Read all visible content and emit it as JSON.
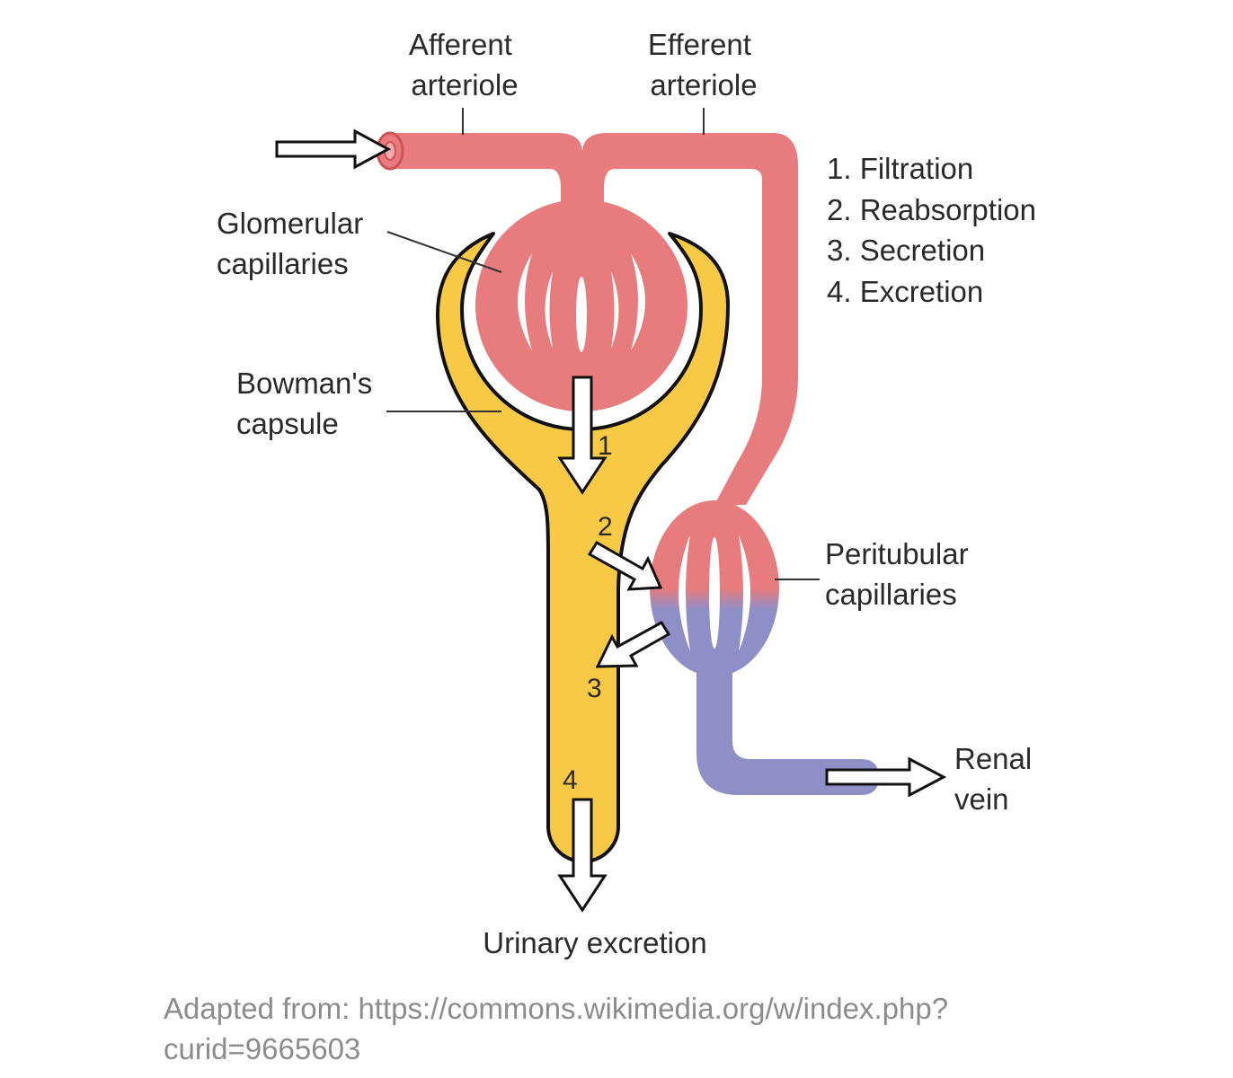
{
  "labels": {
    "afferent": [
      "Afferent",
      "arteriole"
    ],
    "efferent": [
      "Efferent",
      "arteriole"
    ],
    "glomerular": [
      "Glomerular",
      "capillaries"
    ],
    "bowman": [
      "Bowman's",
      "capsule"
    ],
    "peritubular": [
      "Peritubular",
      "capillaries"
    ],
    "renal_vein": [
      "Renal",
      "vein"
    ],
    "urinary": "Urinary excretion"
  },
  "legend": [
    "1. Filtration",
    "2. Reabsorption",
    "3. Secretion",
    "4. Excretion"
  ],
  "step_numbers": [
    "1",
    "2",
    "3",
    "4"
  ],
  "caption": [
    "Adapted from: https://commons.wikimedia.org/w/index.php?",
    "curid=9665603"
  ],
  "colors": {
    "arterial": "#e77b7d",
    "venous": "#8f8fc8",
    "tubule": "#f7c945",
    "outline": "#111111"
  }
}
